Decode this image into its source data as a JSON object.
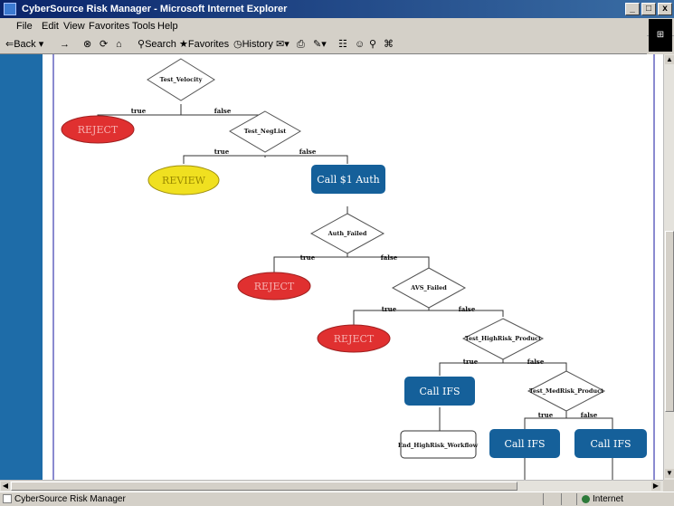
{
  "window": {
    "title": "CyberSource Risk Manager - Microsoft Internet Explorer"
  },
  "window_controls": [
    "_",
    "□",
    "x"
  ],
  "menu": [
    "File",
    "Edit",
    "View",
    "Favorites",
    "Tools",
    "Help"
  ],
  "toolbar": {
    "back": "Back",
    "forward": "→",
    "search": "Search",
    "favorites": "Favorites",
    "history": "History"
  },
  "status": {
    "text": "CyberSource Risk Manager",
    "zone": "Internet"
  },
  "flow": {
    "nodes": {
      "test_velocity": "Test_Velocity",
      "reject1": "REJECT",
      "test_neglist": "Test_NegList",
      "review": "REVIEW",
      "call_auth": "Call $1 Auth",
      "auth_failed": "Auth_Failed",
      "reject2": "REJECT",
      "avs_failed": "AVS_Failed",
      "reject3": "REJECT",
      "test_highrisk": "Test_HighRisk_Product",
      "call_ifs1": "Call IFS",
      "test_medrisk": "Test_MedRisk_Product",
      "end_highrisk": "End_HighRisk_Workflow",
      "call_ifs2": "Call IFS",
      "call_ifs3": "Call IFS"
    },
    "edges": {
      "e1": "true",
      "e2": "false",
      "e3": "true",
      "e4": "false",
      "e5": "true",
      "e6": "false",
      "e7": "true",
      "e8": "false",
      "e9": "true",
      "e10": "false",
      "e11": "true",
      "e12": "false"
    },
    "colors": {
      "reject": "#e03030",
      "review": "#f0e020",
      "action": "#15609a"
    }
  }
}
